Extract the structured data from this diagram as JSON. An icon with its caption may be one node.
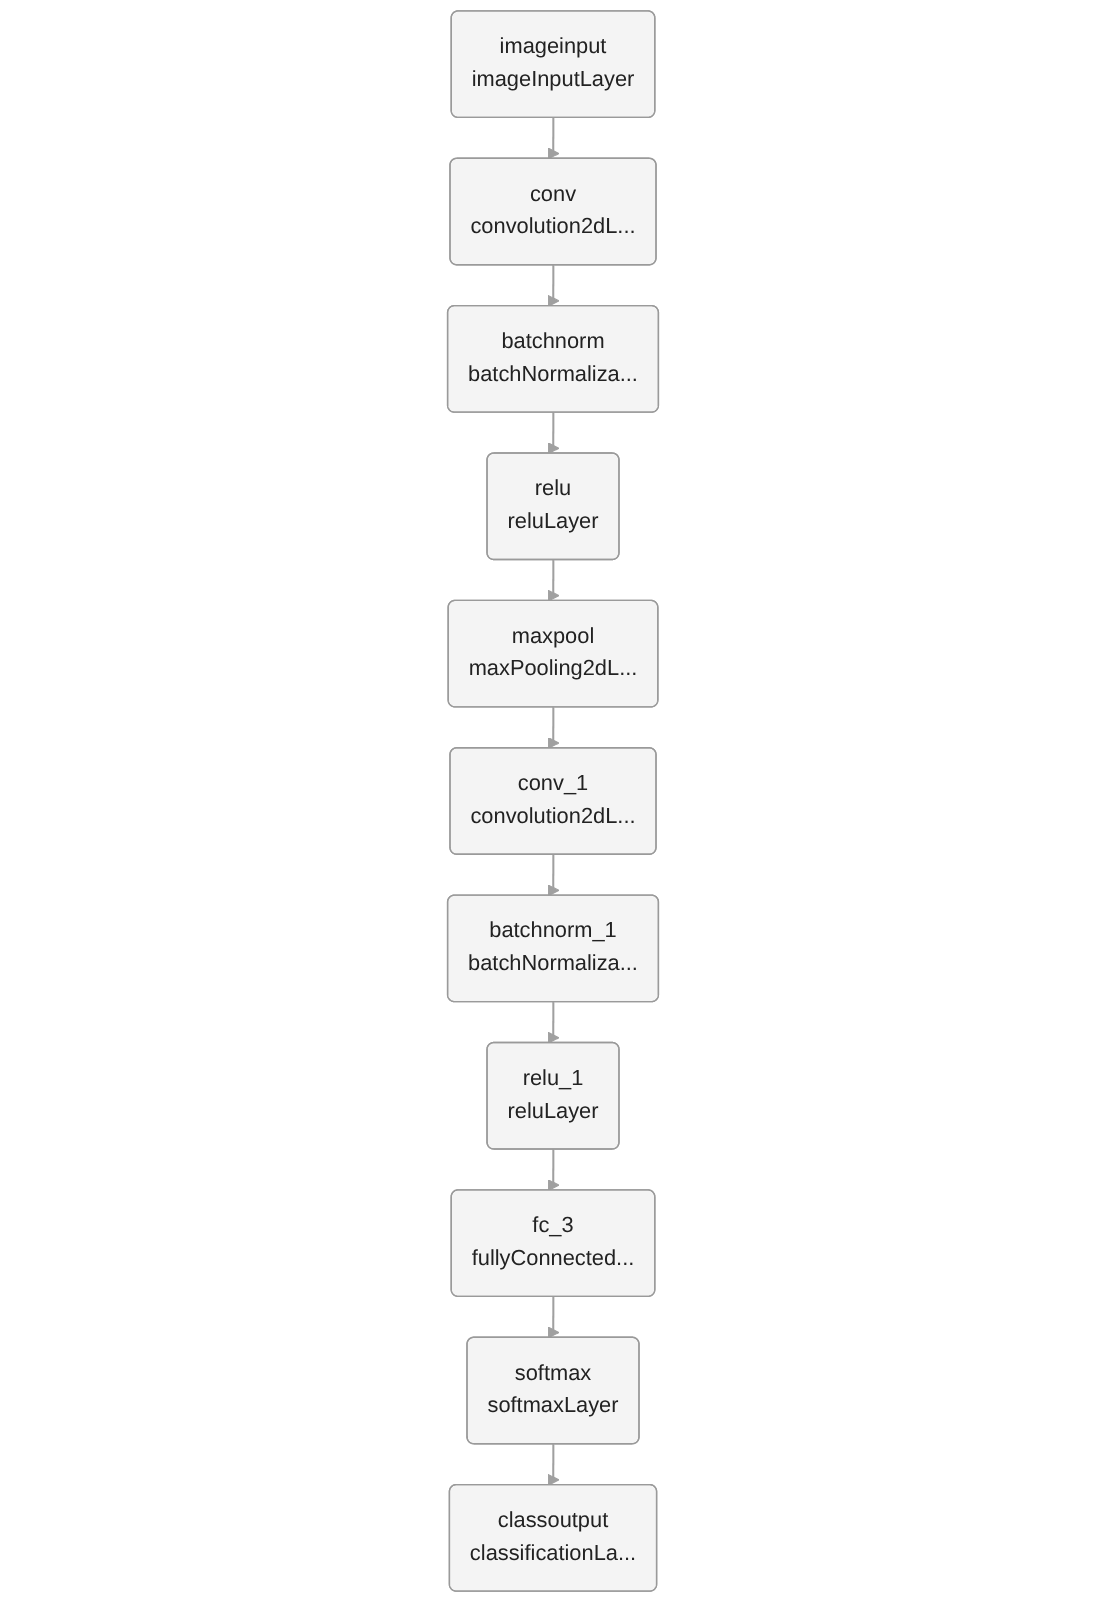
{
  "diagram": {
    "nodes": [
      {
        "text": [
          "imageinput",
          "imageInputLayer"
        ]
      },
      {
        "text": [
          "conv",
          "convolution2dL..."
        ]
      },
      {
        "text": [
          "batchnorm",
          "batchNormaliza..."
        ]
      },
      {
        "text": [
          "relu",
          "reluLayer"
        ]
      },
      {
        "text": [
          "maxpool",
          "maxPooling2dL..."
        ]
      },
      {
        "text": [
          "conv_1",
          "convolution2dL..."
        ]
      },
      {
        "text": [
          "batchnorm_1",
          "batchNormaliza..."
        ]
      },
      {
        "text": [
          "relu_1",
          "reluLayer"
        ]
      },
      {
        "text": [
          "fc_3",
          "fullyConnected..."
        ]
      },
      {
        "text": [
          "softmax",
          "softmaxLayer"
        ]
      },
      {
        "text": [
          "classoutput",
          "classificationLa..."
        ]
      }
    ],
    "edges": [
      {
        "from": 0,
        "to": 1,
        "arrow": "to"
      },
      {
        "from": 1,
        "to": 2,
        "arrow": "to"
      },
      {
        "from": 2,
        "to": 3,
        "arrow": "to"
      },
      {
        "from": 3,
        "to": 4,
        "arrow": "to"
      },
      {
        "from": 4,
        "to": 5,
        "arrow": "to"
      },
      {
        "from": 5,
        "to": 6,
        "arrow": "to"
      },
      {
        "from": 6,
        "to": 7,
        "arrow": "to"
      },
      {
        "from": 7,
        "to": 8,
        "arrow": "to"
      },
      {
        "from": 8,
        "to": 9,
        "arrow": "to"
      },
      {
        "from": 9,
        "to": 10,
        "arrow": "to"
      }
    ]
  }
}
